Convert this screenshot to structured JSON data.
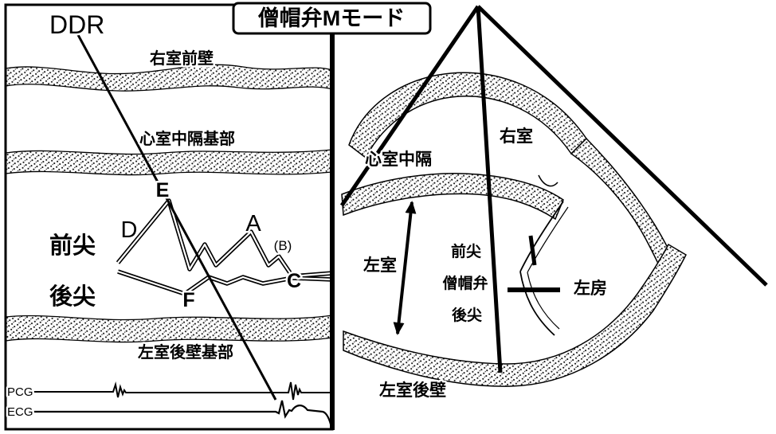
{
  "figure": {
    "title": "僧帽弁Mモード"
  },
  "colors": {
    "ink": "#000000",
    "paper": "#ffffff"
  },
  "mmode_panel": {
    "ddr_label": "DDR",
    "rv_anterior_wall_label": "右室前壁",
    "septum_base_label": "心室中隔基部",
    "anterior_leaflet_label": "前尖",
    "posterior_leaflet_label": "後尖",
    "lv_posterior_wall_base_label": "左室後壁基部",
    "point_e": "E",
    "point_d": "D",
    "point_a": "A",
    "point_b": "(B)",
    "point_c": "C",
    "point_f": "F",
    "pcg_label": "PCG",
    "ecg_label": "ECG"
  },
  "schema_panel": {
    "rv_label": "右室",
    "septum_label": "心室中隔",
    "lv_label": "左室",
    "anterior_leaflet_label": "前尖",
    "mitral_valve_label": "僧帽弁",
    "posterior_leaflet_label": "後尖",
    "la_label": "左房",
    "lv_posterior_wall_label": "左室後壁"
  }
}
